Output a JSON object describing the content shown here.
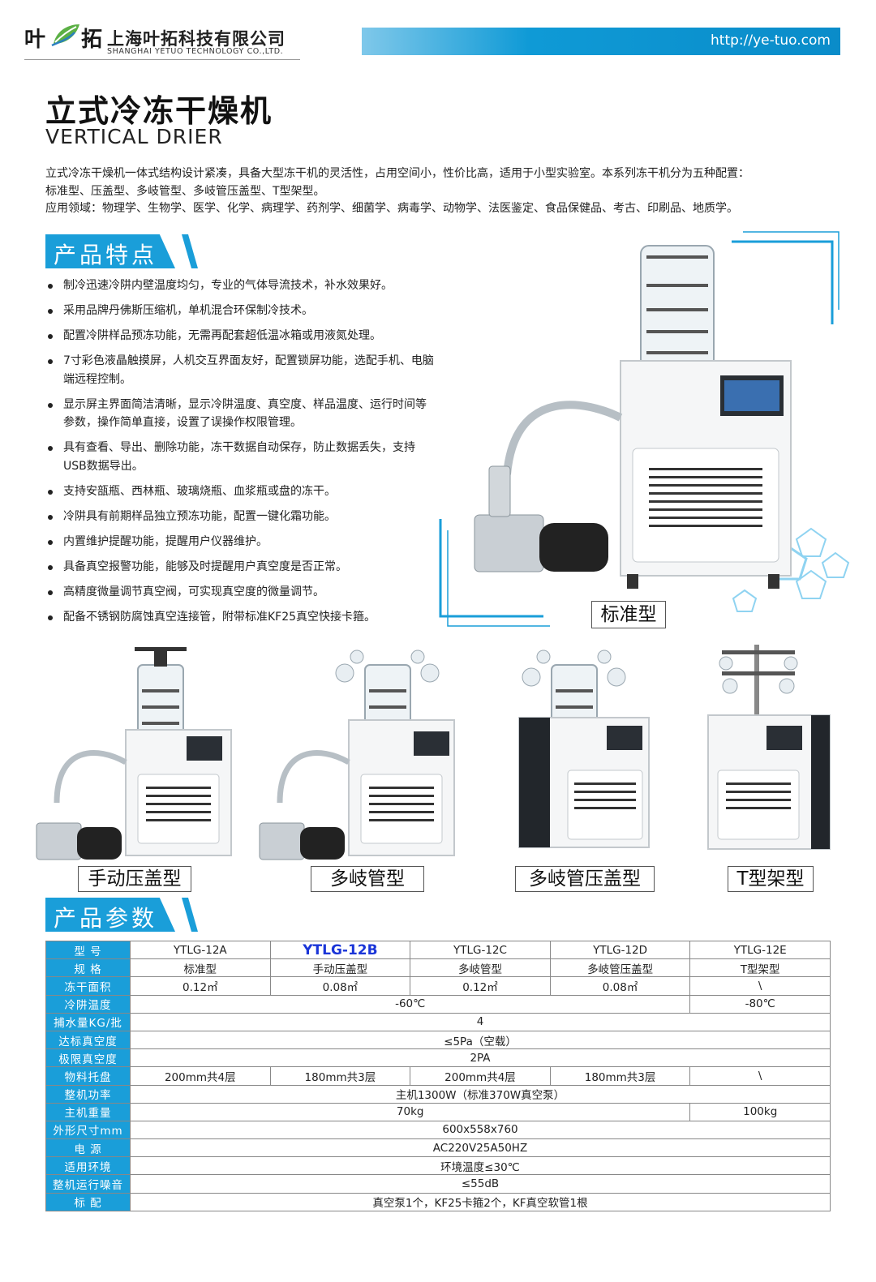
{
  "header": {
    "logo_char1": "叶",
    "logo_char2": "拓",
    "company_cn": "上海叶拓科技有限公司",
    "company_en": "SHANGHAI YETUO TECHNOLOGY CO.,LTD.",
    "url": "http://ye-tuo.com",
    "accent_color": "#1a9ed9"
  },
  "title": {
    "cn": "立式冷冻干燥机",
    "en": "VERTICAL DRIER"
  },
  "intro": {
    "line1": "立式冷冻干燥机一体式结构设计紧凑，具备大型冻干机的灵活性，占用空间小，性价比高，适用于小型实验室。本系列冻干机分为五种配置：",
    "line2": "标准型、压盖型、多岐管型、多岐管压盖型、T型架型。",
    "line3": "应用领域：物理学、生物学、医学、化学、病理学、药剂学、细菌学、病毒学、动物学、法医鉴定、食品保健品、考古、印刷品、地质学。"
  },
  "features_title": "产品特点",
  "features": [
    "制冷迅速冷阱内壁温度均匀，专业的气体导流技术，补水效果好。",
    "采用品牌丹佛斯压缩机，单机混合环保制冷技术。",
    "配置冷阱样品预冻功能，无需再配套超低温冰箱或用液氮处理。",
    "7寸彩色液晶触摸屏，人机交互界面友好，配置锁屏功能，选配手机、电脑端远程控制。",
    "显示屏主界面简洁清晰，显示冷阱温度、真空度、样品温度、运行时间等参数，操作简单直接，设置了误操作权限管理。",
    "具有查看、导出、删除功能，冻干数据自动保存，防止数据丢失，支持USB数据导出。",
    "支持安瓿瓶、西林瓶、玻璃烧瓶、血浆瓶或盘的冻干。",
    "冷阱具有前期样品独立预冻功能，配置一键化霜功能。",
    "内置维护提醒功能，提醒用户仪器维护。",
    "具备真空报警功能，能够及时提醒用户真空度是否正常。",
    "高精度微量调节真空阀，可实现真空度的微量调节。",
    "配备不锈钢防腐蚀真空连接管，附带标准KF25真空快接卡箍。"
  ],
  "product_labels": {
    "standard": "标准型",
    "manual_press": "手动压盖型",
    "manifold": "多岐管型",
    "manifold_press": "多岐管压盖型",
    "t_rack": "T型架型"
  },
  "params_title": "产品参数",
  "params": {
    "rows": [
      {
        "label": "型  号",
        "cells": [
          "YTLG-12A",
          "YTLG-12B",
          "YTLG-12C",
          "YTLG-12D",
          "YTLG-12E"
        ]
      },
      {
        "label": "规  格",
        "cells": [
          "标准型",
          "手动压盖型",
          "多岐管型",
          "多岐管压盖型",
          "T型架型"
        ]
      },
      {
        "label": "冻干面积",
        "cells": [
          "0.12㎡",
          "0.08㎡",
          "0.12㎡",
          "0.08㎡",
          "\\"
        ]
      },
      {
        "label": "冷阱温度",
        "cells": [
          "-60℃",
          "-80℃"
        ]
      },
      {
        "label": "捕水量KG/批",
        "cells": [
          "4"
        ]
      },
      {
        "label": "达标真空度",
        "cells": [
          "≤5Pa（空载）"
        ]
      },
      {
        "label": "极限真空度",
        "cells": [
          "2PA"
        ]
      },
      {
        "label": "物料托盘",
        "cells": [
          "200mm共4层",
          "180mm共3层",
          "200mm共4层",
          "180mm共3层",
          "\\"
        ]
      },
      {
        "label": "整机功率",
        "cells": [
          "主机1300W（标准370W真空泵）"
        ]
      },
      {
        "label": "主机重量",
        "cells": [
          "70kg",
          "100kg"
        ]
      },
      {
        "label": "外形尺寸mm",
        "cells": [
          "600x558x760"
        ]
      },
      {
        "label": "电  源",
        "cells": [
          "AC220V25A50HZ"
        ]
      },
      {
        "label": "适用环境",
        "cells": [
          "环境温度≤30℃"
        ]
      },
      {
        "label": "整机运行噪音",
        "cells": [
          "≤55dB"
        ]
      },
      {
        "label": "标  配",
        "cells": [
          "真空泵1个，KF25卡箍2个，KF真空软管1根"
        ]
      }
    ]
  }
}
